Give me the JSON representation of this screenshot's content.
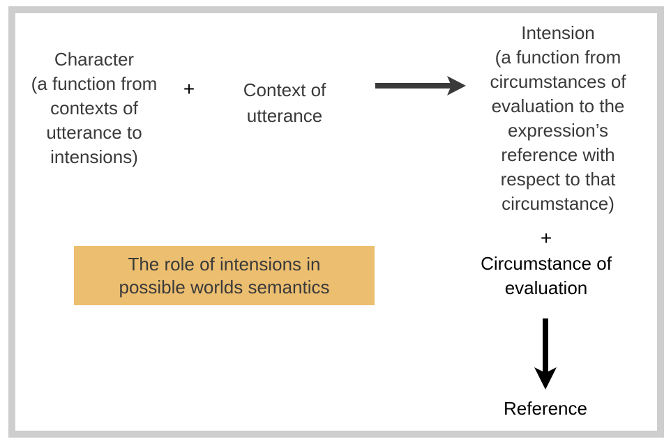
{
  "palette": {
    "frame_border": "#cecece",
    "background": "#ffffff",
    "text_gray": "#3a3a3a",
    "text_black": "#000000",
    "arrow_gray": "#3a3a3a",
    "arrow_black": "#000000",
    "highlight_bg": "#ecbe70"
  },
  "icons": {
    "arrow_right": "right-arrow",
    "arrow_down": "down-arrow"
  },
  "character": {
    "lines": [
      "Character",
      "(a function from",
      "contexts of",
      "utterance to",
      "intensions)"
    ]
  },
  "plus_left": "+",
  "context": {
    "lines": [
      "Context of",
      "utterance"
    ]
  },
  "intension": {
    "lines": [
      "Intension",
      "(a function from",
      "circumstances of",
      "evaluation to the",
      "expression’s",
      "reference with",
      "respect to that",
      "circumstance)"
    ]
  },
  "plus_right": "+",
  "circumstance": {
    "lines": [
      "Circumstance of",
      "evaluation"
    ]
  },
  "reference": {
    "label": "Reference"
  },
  "highlight": {
    "lines": [
      "The role of intensions in",
      "possible worlds semantics"
    ]
  }
}
